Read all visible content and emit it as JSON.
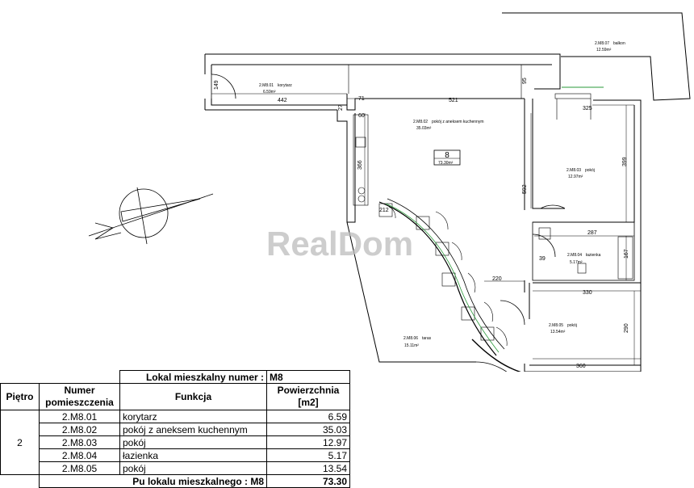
{
  "watermark": "RealDom",
  "unit_number": "8",
  "unit_area": "73.30m²",
  "rooms": [
    {
      "code": "2.M8.01",
      "name": "korytarz",
      "area": "6.59m²"
    },
    {
      "code": "2.M8.02",
      "name": "pokój z aneksem kuchennym",
      "area": "35.03m²"
    },
    {
      "code": "2.M8.03",
      "name": "pokój",
      "area": "12.97m²"
    },
    {
      "code": "2.M8.04",
      "name": "łazienka",
      "area": "5.17m²"
    },
    {
      "code": "2.M8.05",
      "name": "pokój",
      "area": "13.54m²"
    },
    {
      "code": "2.M8.06",
      "name": "taras",
      "area": "15.11m²"
    },
    {
      "code": "2.M8.07",
      "name": "balkon",
      "area": "12.59m²"
    }
  ],
  "dimensions": [
    "149",
    "442",
    "71",
    "521",
    "95",
    "325",
    "27",
    "60",
    "366",
    "399",
    "592",
    "212",
    "287",
    "39",
    "167",
    "220",
    "330",
    "290",
    "360"
  ],
  "table": {
    "title_label": "Lokal mieszkalny numer :",
    "title_value": "M8",
    "headers": {
      "floor": "Piętro",
      "number": "Numer pomieszczenia",
      "function": "Funkcja",
      "area": "Powierzchnia [m2]"
    },
    "floor": "2",
    "rows": [
      {
        "number": "2.M8.01",
        "function": "korytarz",
        "area": "6.59"
      },
      {
        "number": "2.M8.02",
        "function": "pokój z aneksem kuchennym",
        "area": "35.03"
      },
      {
        "number": "2.M8.03",
        "function": "pokój",
        "area": "12.97"
      },
      {
        "number": "2.M8.04",
        "function": "łazienka",
        "area": "5.17"
      },
      {
        "number": "2.M8.05",
        "function": "pokój",
        "area": "13.54"
      }
    ],
    "total_label": "Pu lokalu mieszkalnego  : M8",
    "total_value": "73.30"
  }
}
